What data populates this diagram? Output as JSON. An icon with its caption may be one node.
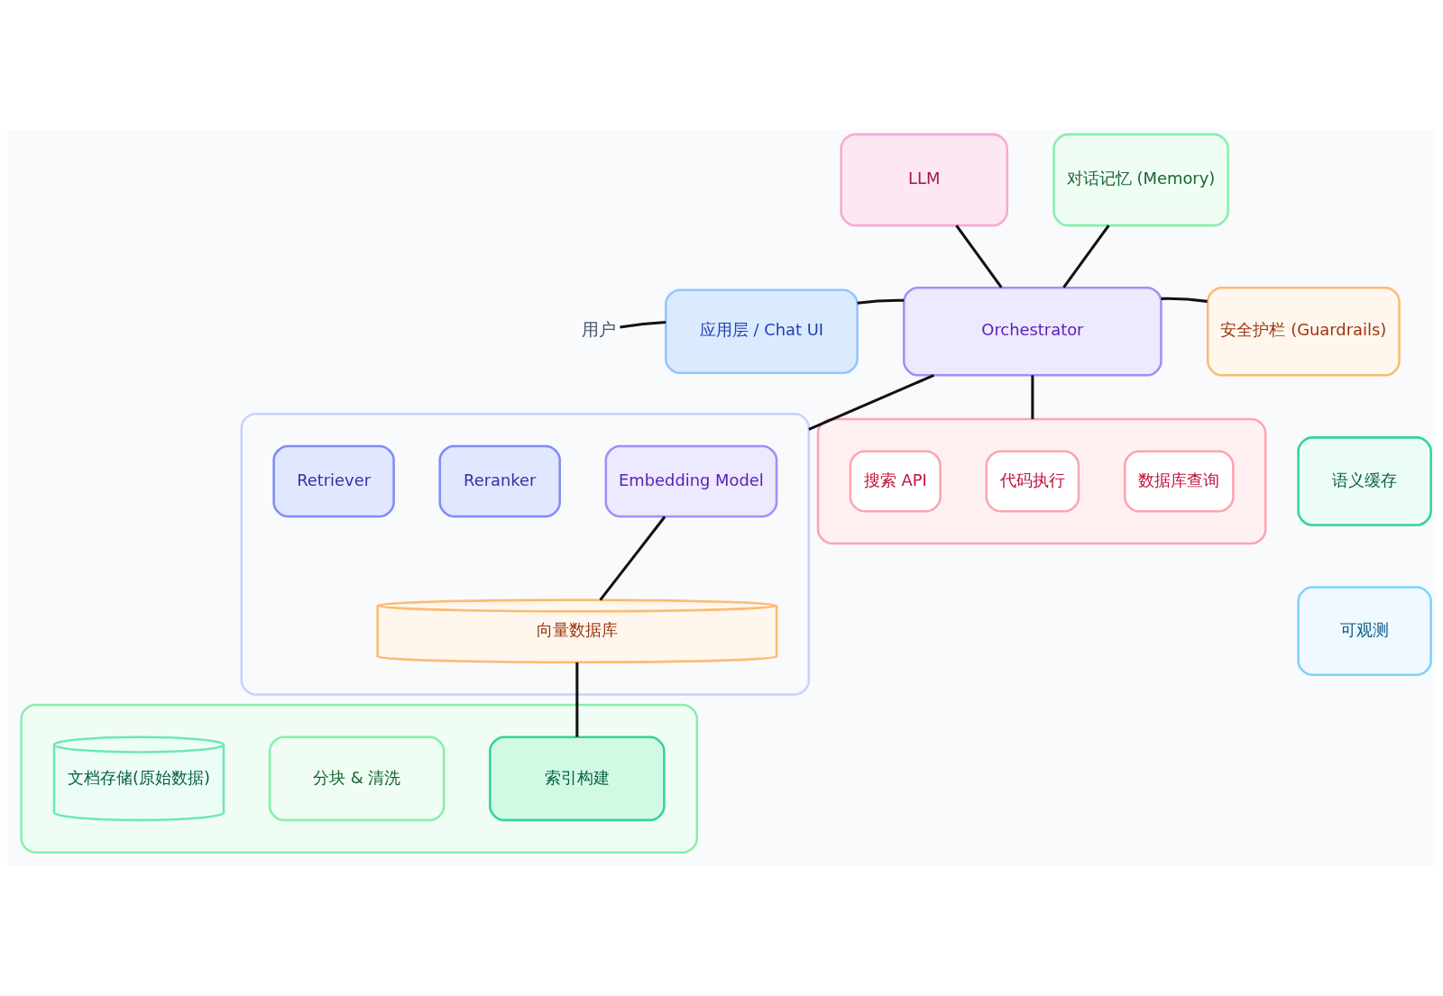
{
  "diagram": {
    "nodes": [
      {
        "text": [
          "用户"
        ]
      },
      {
        "text": [
          "应用层 / Chat UI"
        ]
      },
      {
        "text": [
          "LLM"
        ]
      },
      {
        "text": [
          "对话记忆 (Memory)"
        ]
      },
      {
        "text": [
          "Orchestrator"
        ]
      },
      {
        "text": [
          "安全护栏 (Guardrails)"
        ]
      },
      {
        "text": [],
        "shape": "box"
      },
      {
        "text": [
          "Retriever"
        ],
        "in": 6
      },
      {
        "text": [
          "Reranker"
        ],
        "in": 6
      },
      {
        "text": [
          "Embedding Model"
        ],
        "in": 6
      },
      {
        "text": [
          "向量数据库"
        ],
        "in": 6
      },
      {
        "text": [],
        "shape": "box"
      },
      {
        "text": [
          "搜索 API"
        ],
        "in": 11
      },
      {
        "text": [
          "代码执行"
        ],
        "in": 11
      },
      {
        "text": [
          "数据库查询"
        ],
        "in": 11
      },
      {
        "text": [
          "语义缓存"
        ]
      },
      {
        "text": [
          "可观测"
        ]
      },
      {
        "text": [],
        "shape": "box"
      },
      {
        "text": [
          "文档存储(原始数据)"
        ],
        "in": 17
      },
      {
        "text": [
          "分块 & 清洗"
        ],
        "in": 17
      },
      {
        "text": [
          "索引构建"
        ],
        "in": 17
      }
    ],
    "edges": [
      {
        "from": 0,
        "to": 1,
        "arrow": "none"
      },
      {
        "from": 1,
        "to": 4,
        "arrow": "none"
      },
      {
        "from": 2,
        "to": 4,
        "arrow": "none"
      },
      {
        "from": 3,
        "to": 4,
        "arrow": "none"
      },
      {
        "from": 4,
        "to": 5,
        "arrow": "none"
      },
      {
        "from": 4,
        "to": 6,
        "arrow": "none"
      },
      {
        "from": 4,
        "to": 11,
        "arrow": "none"
      },
      {
        "from": 9,
        "to": 10,
        "arrow": "none"
      },
      {
        "from": 10,
        "to": 20,
        "arrow": "none"
      }
    ]
  }
}
